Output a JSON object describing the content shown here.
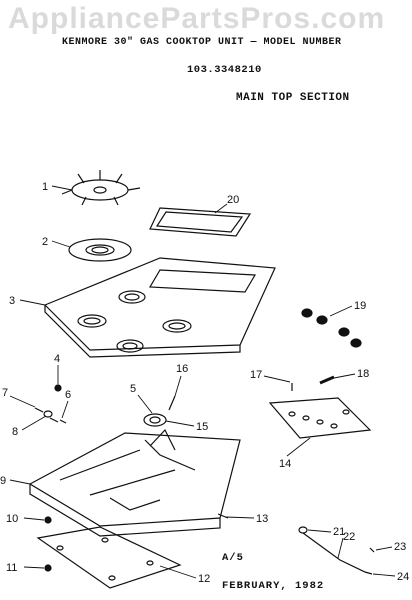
{
  "watermark": "AppliancePartsPros.com",
  "header": {
    "title": "KENMORE 30\" GAS COOKTOP UNIT — MODEL NUMBER",
    "model_number": "103.3348210",
    "section": "MAIN TOP SECTION"
  },
  "callouts": [
    "1",
    "2",
    "3",
    "4",
    "5",
    "6",
    "7",
    "8",
    "9",
    "10",
    "11",
    "12",
    "13",
    "14",
    "15",
    "16",
    "17",
    "18",
    "19",
    "20",
    "21",
    "22",
    "23",
    "24"
  ],
  "footer": {
    "page": "A/5",
    "date": "FEBRUARY, 1982"
  }
}
